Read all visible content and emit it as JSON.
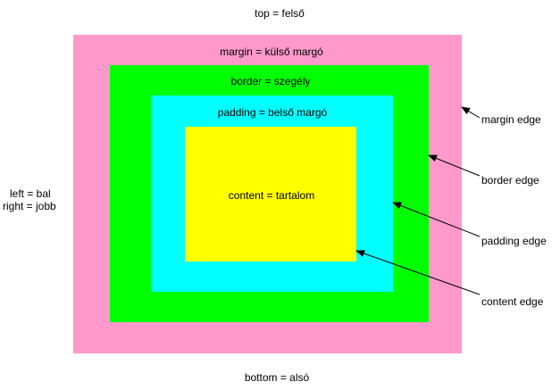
{
  "labels": {
    "top": "top = felső",
    "bottom": "bottom = alsó",
    "left": "left = bal",
    "right": "right = jobb",
    "margin": "margin = külső margó",
    "border": "border = szegély",
    "padding": "padding = belső margó",
    "content": "content = tartalom"
  },
  "edges": {
    "margin": "margin edge",
    "border": "border edge",
    "padding": "padding edge",
    "content": "content edge"
  },
  "colors": {
    "margin": "#ff99cc",
    "border": "#00ff00",
    "padding": "#00ffff",
    "content": "#ffff00",
    "arrow": "#000000"
  }
}
